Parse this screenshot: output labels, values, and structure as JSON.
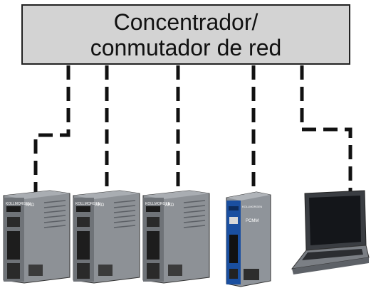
{
  "hub": {
    "line1": "Concentrador/",
    "line2": "conmutador de red"
  },
  "devices": [
    {
      "type": "drive",
      "brand": "KOLLMORGEN",
      "model": "AKD"
    },
    {
      "type": "drive",
      "brand": "KOLLMORGEN",
      "model": "AKD"
    },
    {
      "type": "drive",
      "brand": "KOLLMORGEN",
      "model": "AKD"
    },
    {
      "type": "controller",
      "brand": "KOLLMORGEN",
      "model": "PCMM"
    },
    {
      "type": "laptop"
    }
  ],
  "colors": {
    "hub_fill": "#d3d3d3",
    "line": "#111111",
    "drive_body": "#8d9196",
    "controller_accent": "#1a4fa0"
  }
}
